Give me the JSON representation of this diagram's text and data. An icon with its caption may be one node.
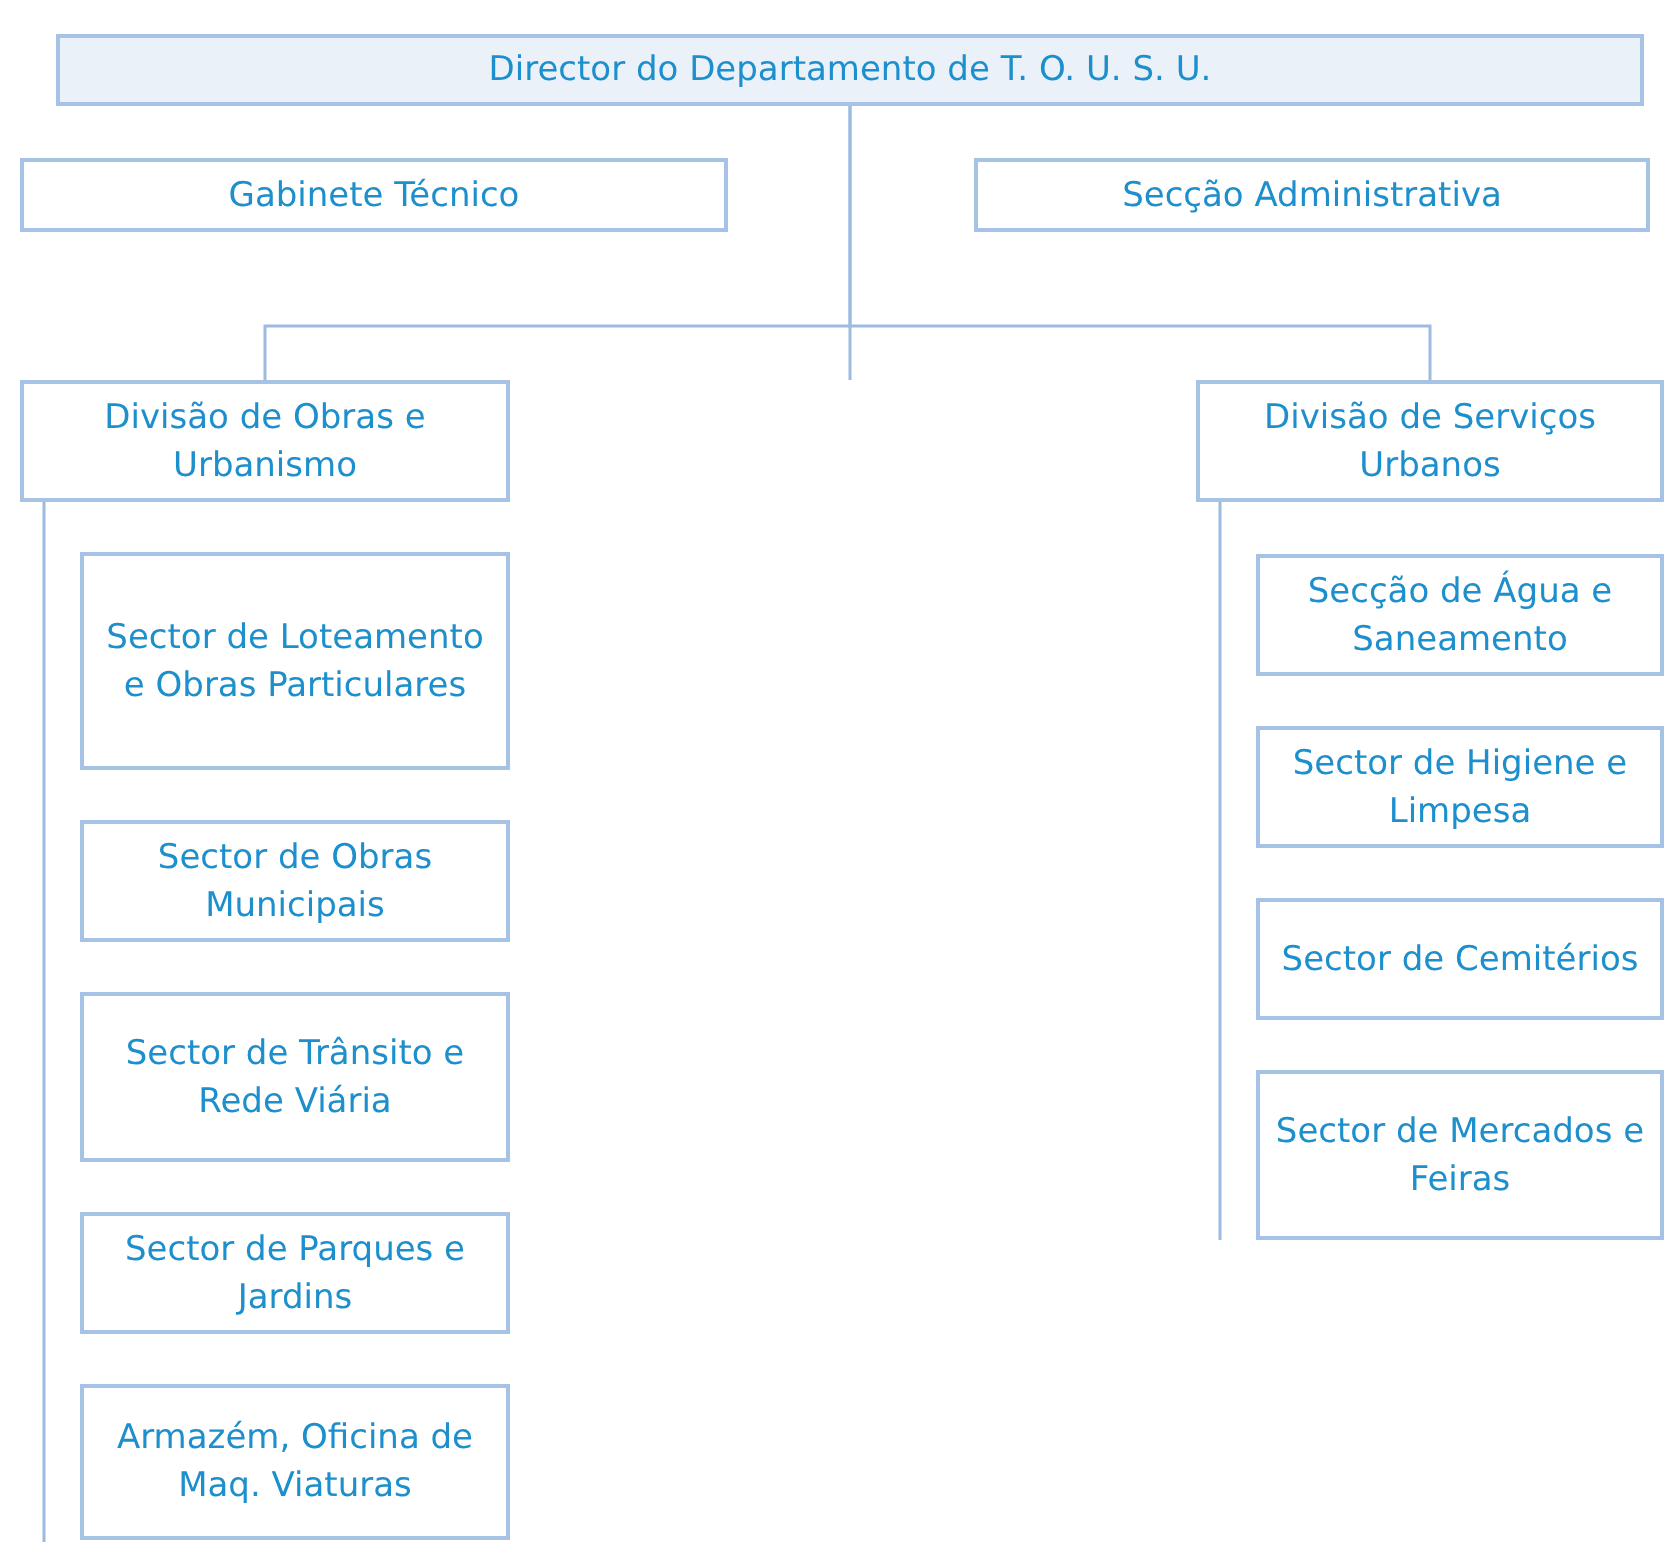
{
  "diagram": {
    "nodes": [
      {
        "text": [
          "Director do Departamento de T. O. U. S. U."
        ]
      },
      {
        "text": [
          "Gabinete Técnico"
        ]
      },
      {
        "text": [
          "Secção Administrativa"
        ]
      },
      {
        "text": [
          "Divisão de Obras e Urbanismo"
        ]
      },
      {
        "text": [
          "Divisão de Serviços Urbanos"
        ]
      },
      {
        "text": [
          "Sector de Loteamento e Obras Particulares"
        ]
      },
      {
        "text": [
          "Sector de Obras Municipais"
        ]
      },
      {
        "text": [
          "Sector de Trânsito e Rede Viária"
        ]
      },
      {
        "text": [
          "Sector de Parques e Jardins"
        ]
      },
      {
        "text": [
          "Armazém, Oficina de Maq. Viaturas"
        ]
      },
      {
        "text": [
          "Secção de Água e Saneamento"
        ]
      },
      {
        "text": [
          "Sector de Higiene e Limpesa"
        ]
      },
      {
        "text": [
          "Sector de Cemitérios"
        ]
      },
      {
        "text": [
          "Sector de Mercados e Feiras"
        ]
      }
    ],
    "edges": [
      {
        "from": 0,
        "to": 3,
        "arrow": "none"
      },
      {
        "from": 0,
        "to": 4,
        "arrow": "none"
      }
    ]
  }
}
